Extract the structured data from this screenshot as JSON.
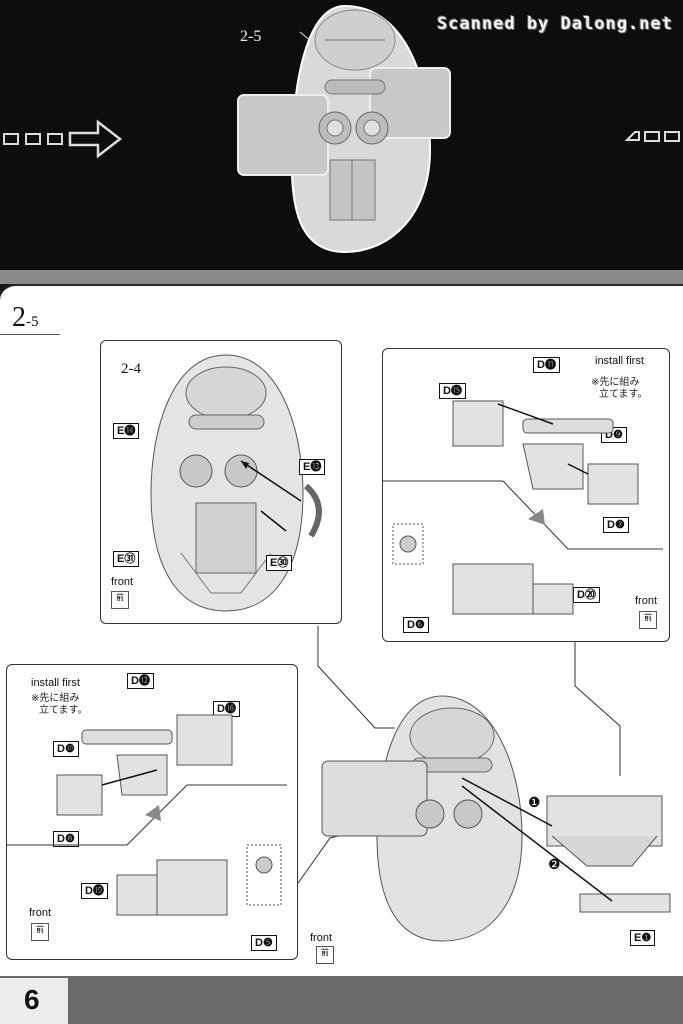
{
  "header": {
    "scan_credit": "Scanned by Dalong.net",
    "step_ref": "2-5"
  },
  "page": {
    "step_number": "2",
    "step_sub": "-5",
    "page_number": "6"
  },
  "panel_left_top": {
    "step_ref": "2-4",
    "parts": [
      "E⓮",
      "E⓭",
      "E㉛",
      "E㉚"
    ],
    "front_label": "front",
    "front_glyph": "前"
  },
  "panel_right_top": {
    "install_first": "install first",
    "note_jp_line1": "※先に組み",
    "note_jp_line2": "立てます。",
    "parts": [
      "D⓫",
      "D⓯",
      "D❾",
      "D❼",
      "D⑳",
      "D❻"
    ],
    "front_label": "front",
    "front_glyph": "前"
  },
  "panel_left_bottom": {
    "install_first": "install first",
    "note_jp_line1": "※先に組み",
    "note_jp_line2": "立てます。",
    "parts": [
      "D⓬",
      "D⓰",
      "D❿",
      "D❽",
      "D⓳",
      "D❺"
    ],
    "front_label": "front",
    "front_glyph": "前"
  },
  "main_assembly": {
    "steps": [
      "❶",
      "❷"
    ],
    "parts": [
      "E❶"
    ],
    "front_label": "front",
    "front_glyph": "前"
  },
  "icons": [
    "arrow-right-icon",
    "arrow-left-icon",
    "front-direction-icon"
  ]
}
